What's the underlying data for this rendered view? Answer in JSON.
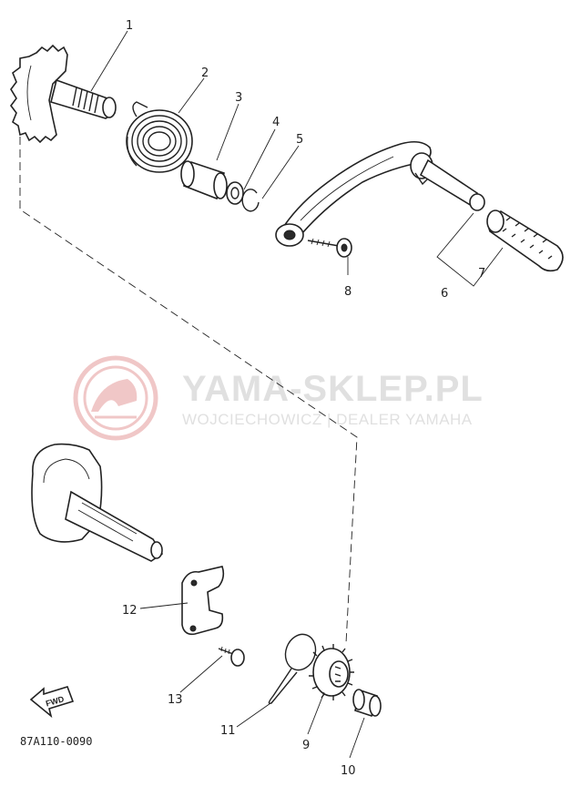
{
  "callouts": [
    {
      "id": "1",
      "label": "1"
    },
    {
      "id": "2",
      "label": "2"
    },
    {
      "id": "3",
      "label": "3"
    },
    {
      "id": "4",
      "label": "4"
    },
    {
      "id": "5",
      "label": "5"
    },
    {
      "id": "6",
      "label": "6"
    },
    {
      "id": "7",
      "label": "7"
    },
    {
      "id": "8",
      "label": "8"
    },
    {
      "id": "9",
      "label": "9"
    },
    {
      "id": "10",
      "label": "10"
    },
    {
      "id": "11",
      "label": "11"
    },
    {
      "id": "12",
      "label": "12"
    },
    {
      "id": "13",
      "label": "13"
    }
  ],
  "diagram_code": "87A110-0090",
  "fwd_label": "FWD",
  "watermark": {
    "title": "YAMA-SKLEP.PL",
    "subtitle": "WOJCIECHOWICZ | DEALER YAMAHA",
    "color": "#e8a3a3"
  }
}
